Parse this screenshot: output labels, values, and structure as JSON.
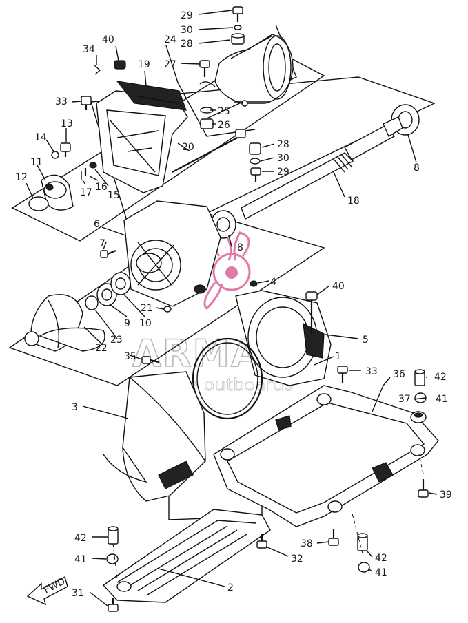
{
  "diagram": {
    "watermark": {
      "brand": "ARMADA",
      "tagline": "marine outboards",
      "logo_color": "#e07aa8"
    },
    "fwd_label": "FWD",
    "part_numbers": [
      "29",
      "30",
      "28",
      "24",
      "40",
      "34",
      "19",
      "27",
      "25",
      "26",
      "33",
      "20",
      "13",
      "14",
      "11",
      "12",
      "17",
      "16",
      "15",
      "28",
      "30",
      "29",
      "8",
      "18",
      "6",
      "7",
      "8",
      "4",
      "40",
      "21",
      "10",
      "9",
      "23",
      "22",
      "5",
      "35",
      "1",
      "33",
      "36",
      "42",
      "37",
      "41",
      "3",
      "39",
      "42",
      "41",
      "38",
      "32",
      "42",
      "41",
      "2",
      "31"
    ]
  }
}
